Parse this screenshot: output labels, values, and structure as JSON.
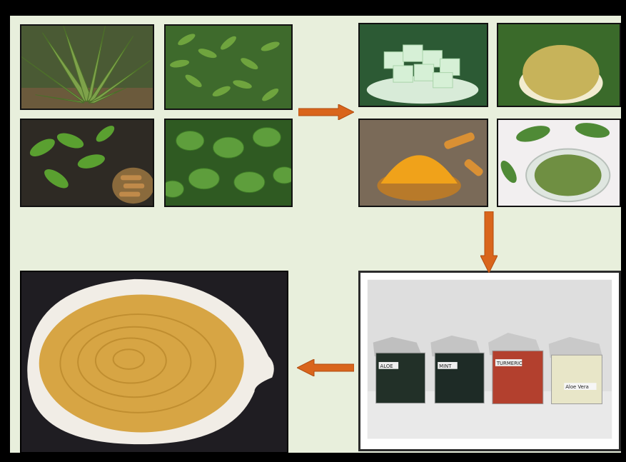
{
  "diagram": {
    "steps": [
      {
        "name": "raw-plants",
        "items": [
          "aloe-vera-plant",
          "neem-leaves",
          "turmeric-plant-with-roots",
          "mint-leaves"
        ]
      },
      {
        "name": "processed-materials",
        "items": [
          "aloe-vera-gel-cubes",
          "neem-powder",
          "turmeric-powder",
          "mint-powder"
        ]
      },
      {
        "name": "extracts",
        "items": [
          "extract-jars"
        ]
      },
      {
        "name": "final-product",
        "items": [
          "herbal-cream-bowl"
        ]
      }
    ]
  },
  "jars": {
    "labels": [
      "ALOE",
      "MINT",
      "TURMERIC",
      "Aloe Vera"
    ]
  },
  "colors": {
    "arrow": "#d9651c",
    "background": "#e8efdc",
    "frame": "#000000"
  }
}
